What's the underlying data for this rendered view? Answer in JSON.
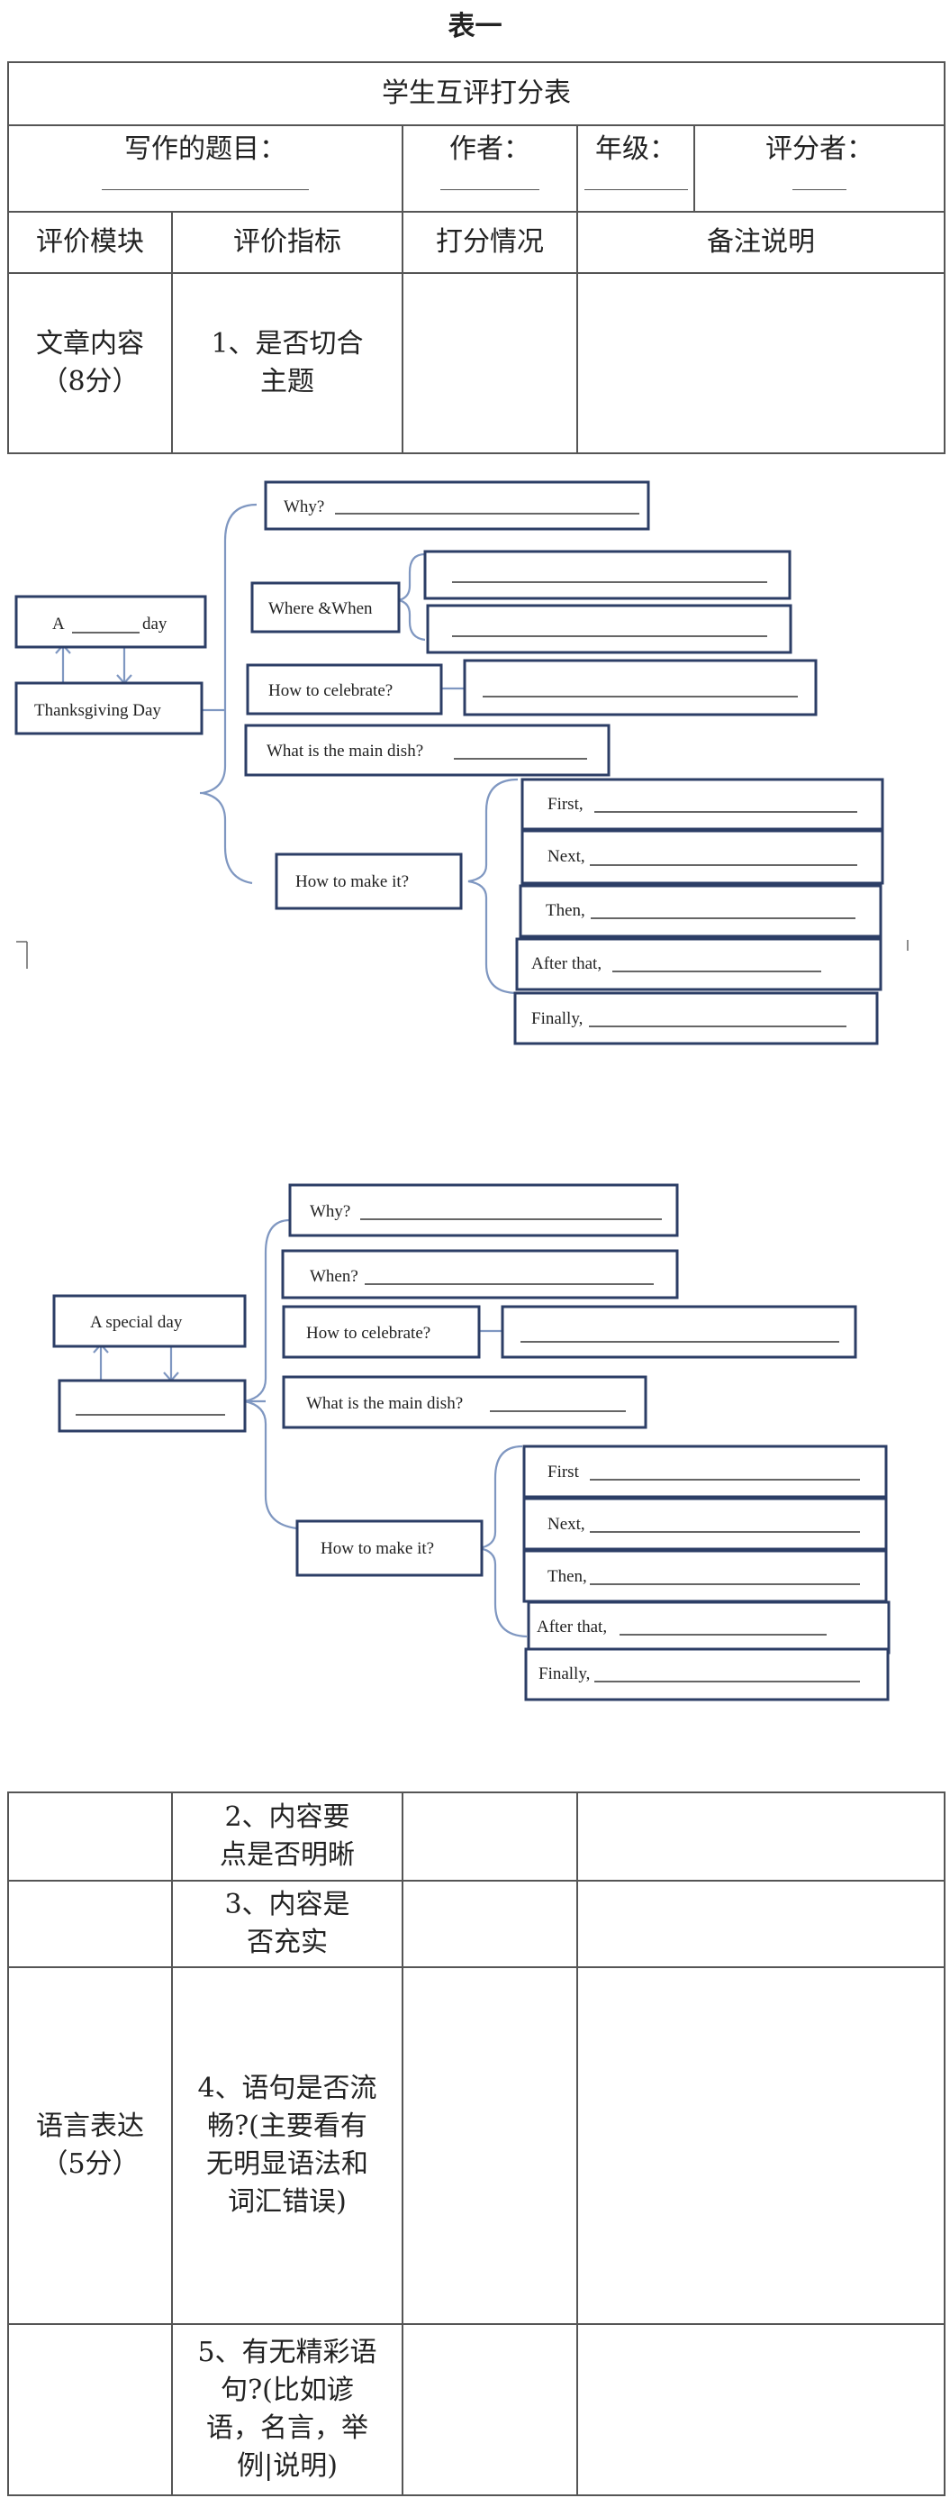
{
  "doc_title": "表一",
  "table1": {
    "title": "学生互评打分表",
    "topic_label": "写作的题目：",
    "author_label": "作者：",
    "grade_label": "年级：",
    "rater_label": "评分者：",
    "headers": [
      "评价模块",
      "评价指标",
      "打分情况",
      "备注说明"
    ],
    "row1": {
      "module": "文章内容（8分）",
      "indicator": "1、是否切合主题"
    }
  },
  "diagram1": {
    "why": "Why?",
    "where_when": "Where &When",
    "how_celebrate": "How to celebrate?",
    "main_dish": "What is the main dish?",
    "how_make": "How to make it?",
    "a_day_prefix": "A",
    "a_day_suffix": "day",
    "thanksgiving": "Thanksgiving Day",
    "steps": [
      "First,",
      "Next,",
      "Then,",
      "After that,",
      "Finally,"
    ]
  },
  "diagram2": {
    "why": "Why?",
    "when": "When?",
    "how_celebrate": "How to celebrate?",
    "main_dish": "What is the main dish?",
    "how_make": "How to make it?",
    "special_day": "A special day",
    "steps": [
      "First",
      "Next,",
      "Then,",
      "After that,",
      "Finally,"
    ]
  },
  "table2": {
    "rows": [
      {
        "module": "",
        "indicator": "2、内容要点是否明晰"
      },
      {
        "module": "",
        "indicator": "3、内容是否充实"
      },
      {
        "module": "语言表达（5分）",
        "indicator": "4、语句是否流畅?(主要看有无明显语法和词汇错误)"
      },
      {
        "module": "",
        "indicator": "5、有无精彩语句?(比如谚语，名言，举例|说明)"
      }
    ]
  }
}
